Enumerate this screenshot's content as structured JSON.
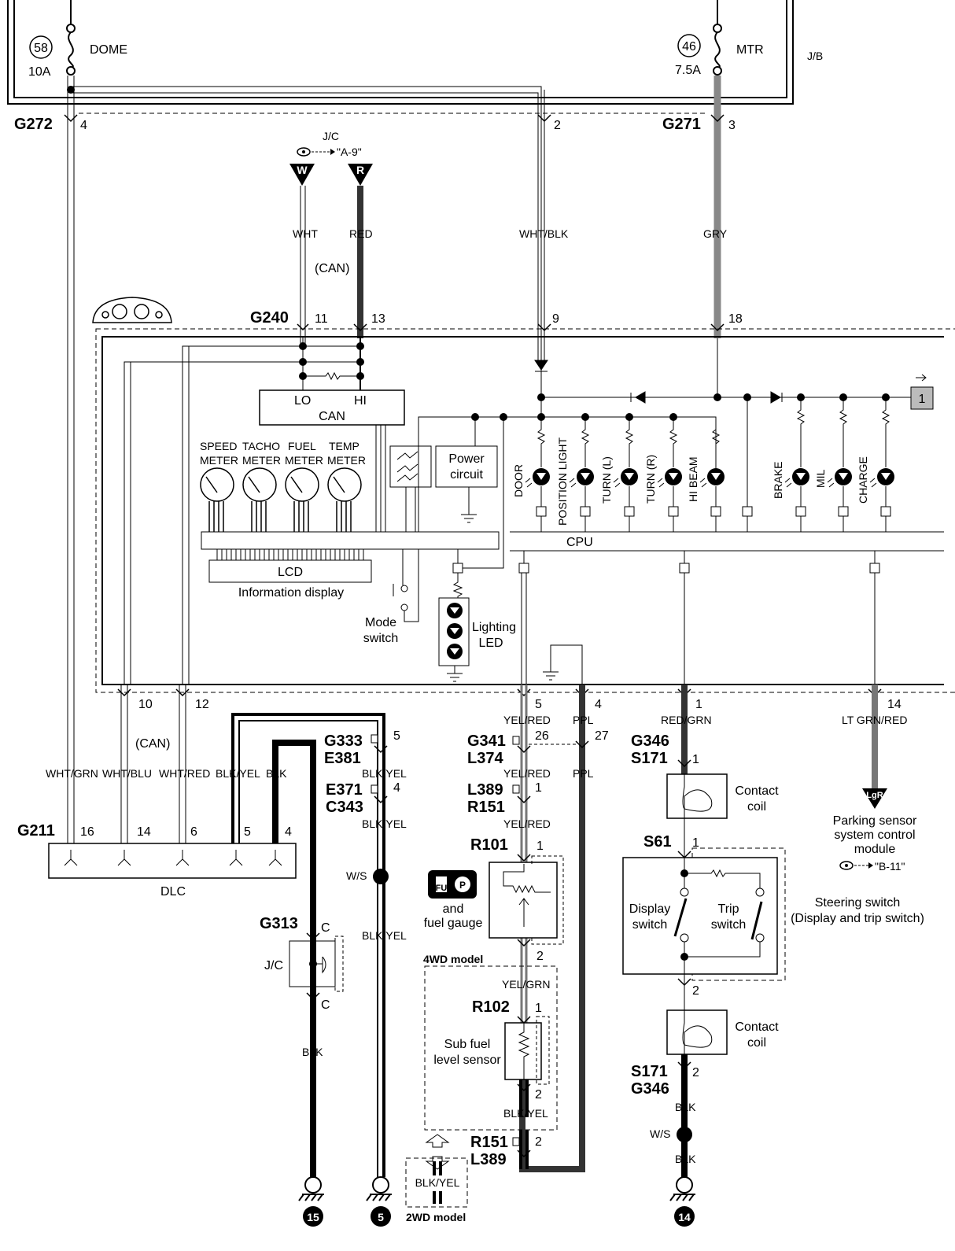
{
  "fuses": {
    "f58": {
      "num": "58",
      "amp": "10A",
      "name": "DOME"
    },
    "f46": {
      "num": "46",
      "amp": "7.5A",
      "name": "MTR"
    },
    "jb": "J/B"
  },
  "connectors": {
    "g272": "G272",
    "g272_pin": "4",
    "g272_pin2": "2",
    "g271": "G271",
    "g271_pin": "3",
    "g240": "G240",
    "g240_p11": "11",
    "g240_p13": "13",
    "g240_p9": "9",
    "g240_p18": "18",
    "p10": "10",
    "p12": "12",
    "p5": "5",
    "p4": "4",
    "p1": "1",
    "p14": "14",
    "g211": "G211",
    "g211_pins": [
      "16",
      "14",
      "6",
      "5",
      "4"
    ],
    "g333": "G333",
    "e381": "E381",
    "g333_pin": "5",
    "e371": "E371",
    "c343": "C343",
    "e371_pin": "4",
    "g341": "G341",
    "l374": "L374",
    "g341_pin": "26",
    "g341_pin2": "27",
    "l389": "L389",
    "r151": "R151",
    "l389_pin": "1",
    "r101": "R101",
    "r101_pin1": "1",
    "r101_pin2": "2",
    "r102": "R102",
    "r102_pin1": "1",
    "r102_pin2": "2",
    "r151b": "R151",
    "l389b": "L389",
    "r151b_pin": "2",
    "g346": "G346",
    "s171": "S171",
    "g346_pin": "1",
    "s61": "S61",
    "s61_pin1": "1",
    "s61_pin2": "2",
    "s171b": "S171",
    "g346b": "G346",
    "s171b_pin": "2",
    "g313": "G313",
    "g313_c": "C",
    "g313_c2": "C"
  },
  "jc": {
    "label": "J/C",
    "ref": "\"A-9\"",
    "w": "W",
    "r": "R"
  },
  "wires": {
    "wht": "WHT",
    "red": "RED",
    "can": "(CAN)",
    "whtblk": "WHT/BLK",
    "gry": "GRY",
    "whtgrn": "WHT/GRN",
    "whtblu": "WHT/BLU",
    "whtred": "WHT/RED",
    "blkyel": "BLK/YEL",
    "blk": "BLK",
    "can2": "(CAN)",
    "blkyel_a": "BLK/YEL",
    "blkyel_b": "BLK/YEL",
    "blkyel_c": "BLK/YEL",
    "ws": "W/S",
    "yelred_a": "YEL/RED",
    "yelred_b": "YEL/RED",
    "yelred_c": "YEL/RED",
    "ppl_a": "PPL",
    "ppl_b": "PPL",
    "yelgrn": "YEL/GRN",
    "blkyel_d": "BLK/YEL",
    "blkyel_e": "BLK/YEL",
    "redgrn": "RED/GRN",
    "ltgrnred": "LT GRN/RED",
    "blk_g313": "BLK",
    "blk_a": "BLK",
    "ws_b": "W/S",
    "blk_b": "BLK"
  },
  "meter": {
    "can_lo": "LO",
    "can_hi": "HI",
    "can": "CAN",
    "gauges": [
      "SPEED METER",
      "TACHO METER",
      "FUEL METER",
      "TEMP METER"
    ],
    "power": "Power circuit",
    "cpu": "CPU",
    "lcd": "LCD",
    "info": "Information display",
    "mode": "Mode switch",
    "lighting": "Lighting LED",
    "leds": [
      "DOOR",
      "POSITION LIGHT",
      "TURN (L)",
      "TURN (R)",
      "HI BEAM",
      "BRAKE",
      "MIL",
      "CHARGE"
    ],
    "box1": "1"
  },
  "devices": {
    "dlc": "DLC",
    "jc2": "J/C",
    "fuel_and": "and",
    "fuel_gauge": "fuel gauge",
    "fu": "FU",
    "fp": "P",
    "wd4": "4WD model",
    "wd2": "2WD model",
    "sub_fuel": "Sub fuel level sensor",
    "contact": "Contact coil",
    "contact2": "Contact coil",
    "display_sw": "Display switch",
    "trip_sw": "Trip switch",
    "steering": "Steering switch",
    "steering2": "(Display and trip switch)",
    "parking": "Parking sensor system control module",
    "parking_ref": "\"B-11\"",
    "lgr": "LgR"
  },
  "grounds": [
    "15",
    "5",
    "14"
  ]
}
